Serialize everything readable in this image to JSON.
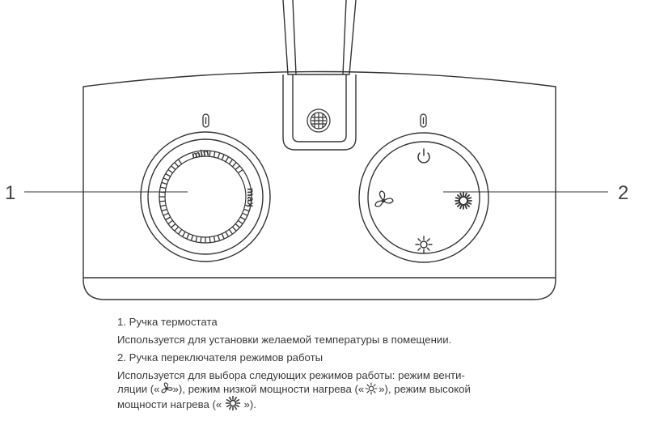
{
  "callouts": {
    "left_number": "1",
    "right_number": "2"
  },
  "dial_labels": {
    "min": "min",
    "max": "max"
  },
  "captions": {
    "item1_title": "1. Ручка термостата",
    "item1_desc": "Используется для установки желаемой температуры в помещении.",
    "item2_title": "2. Ручка переключателя режимов работы",
    "item2_desc_line1": "Используется для выбора следующих режимов работы: режим венти-",
    "item2_desc_line2_a": "ляции («",
    "item2_desc_line2_b": "»), режим низкой мощности нагрева («",
    "item2_desc_line2_c": "»), режим высокой",
    "item2_desc_line3_a": "мощности нагрева (« ",
    "item2_desc_line3_b": " »)."
  },
  "icons": {
    "power": "power-icon",
    "fan": "fan-icon",
    "sun_low": "sun-low-icon",
    "sun_high": "sun-high-icon",
    "vent": "vent-grille-icon",
    "indicator": "indicator-mark-icon"
  },
  "colors": {
    "line": "#333333",
    "text": "#3a3a3a"
  }
}
